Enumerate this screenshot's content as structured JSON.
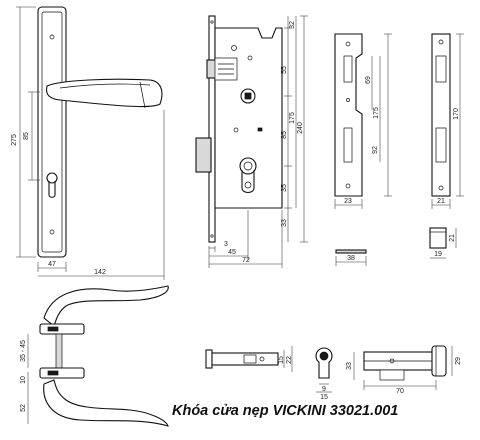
{
  "caption": "Khóa cửa nẹp VICKINI 33021.001",
  "dimensions": {
    "plate_height": "275",
    "handle_to_key": "85",
    "plate_width": "47",
    "lever_length": "142",
    "body_top": "32",
    "body_55": "55",
    "body_175": "175",
    "body_240": "240",
    "body_85": "85",
    "body_35": "35",
    "body_33": "33",
    "face_3": "3",
    "backset_45": "45",
    "body_72": "72",
    "strike_69": "69",
    "strike_175": "175",
    "strike_92": "92",
    "strike_23": "23",
    "strike2_170": "170",
    "strike2_21": "21",
    "latch_38": "38",
    "box_21": "21",
    "box_19": "19",
    "door_thick": "35 - 45",
    "rose_10": "10",
    "rose_52": "52",
    "bolt_15": "15",
    "bolt_22": "22",
    "cyl_9": "9",
    "cyl_15": "15",
    "cyl_33": "33",
    "cyl_29": "29",
    "cyl_70": "70"
  }
}
